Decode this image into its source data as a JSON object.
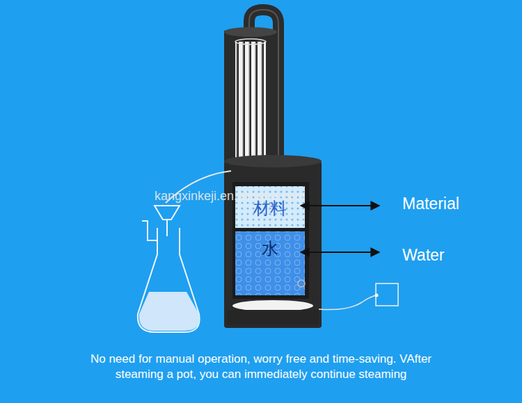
{
  "diagram": {
    "caption": "No need for manual operation, worry free and time-saving. VAfter steaming a pot, you can immediately continue steaming",
    "nodes": [
      {
        "text": [
          "材料"
        ]
      },
      {
        "text": [
          "水"
        ]
      }
    ],
    "labels": [
      "kangxinkeji.en.alibaba.com",
      "Material",
      "Water"
    ]
  }
}
